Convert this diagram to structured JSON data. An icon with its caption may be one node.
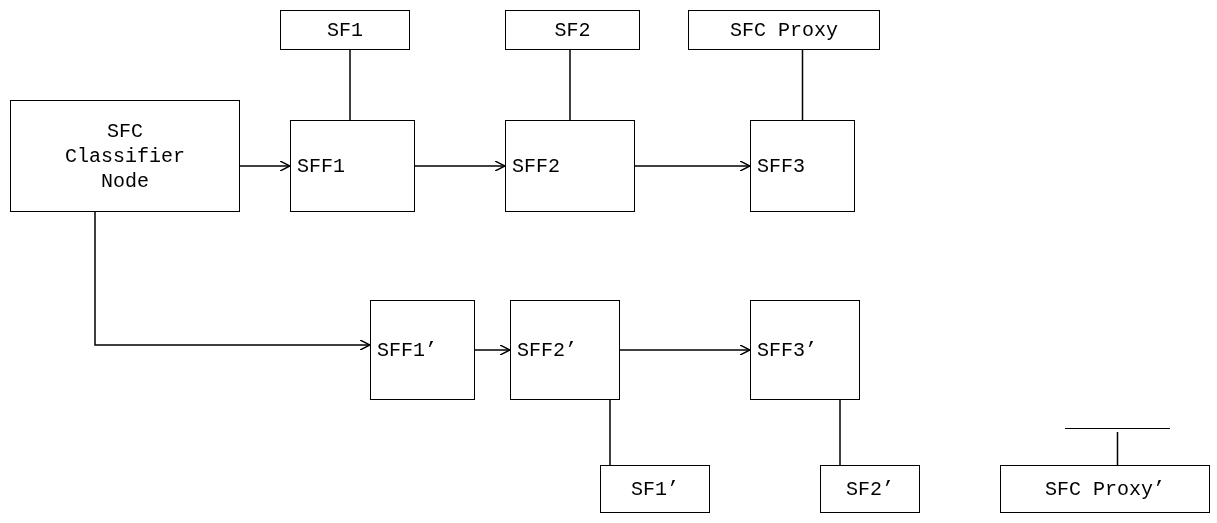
{
  "diagram": {
    "nodes": [
      {
        "text": [
          "SF1"
        ]
      },
      {
        "text": [
          "SF2"
        ]
      },
      {
        "text": [
          "SFC Proxy"
        ]
      },
      {
        "text": [
          "SFC Classifier Node"
        ]
      },
      {
        "text": [
          "SFF1"
        ]
      },
      {
        "text": [
          "SFF2"
        ]
      },
      {
        "text": [
          "SFF3"
        ]
      },
      {
        "text": [
          "SFF1’"
        ]
      },
      {
        "text": [
          "SFF2’"
        ]
      },
      {
        "text": [
          "SFF3’"
        ]
      },
      {
        "text": [],
        "shape": "bar"
      },
      {
        "text": [
          "SF1’"
        ]
      },
      {
        "text": [
          "SF2’"
        ]
      },
      {
        "text": [
          "SFC Proxy’"
        ]
      }
    ],
    "edges": [
      {
        "from": 0,
        "to": 4,
        "arrow": "none"
      },
      {
        "from": 1,
        "to": 5,
        "arrow": "none"
      },
      {
        "from": 2,
        "to": 6,
        "arrow": "none"
      },
      {
        "from": 3,
        "to": 4,
        "arrow": "to"
      },
      {
        "from": 4,
        "to": 5,
        "arrow": "to"
      },
      {
        "from": 5,
        "to": 6,
        "arrow": "to"
      },
      {
        "from": 3,
        "to": 7,
        "arrow": "to"
      },
      {
        "from": 7,
        "to": 8,
        "arrow": "to"
      },
      {
        "from": 8,
        "to": 9,
        "arrow": "to"
      },
      {
        "from": 8,
        "to": 11,
        "arrow": "none"
      },
      {
        "from": 9,
        "to": 12,
        "arrow": "none"
      },
      {
        "from": 10,
        "to": 13,
        "arrow": "none"
      }
    ]
  }
}
